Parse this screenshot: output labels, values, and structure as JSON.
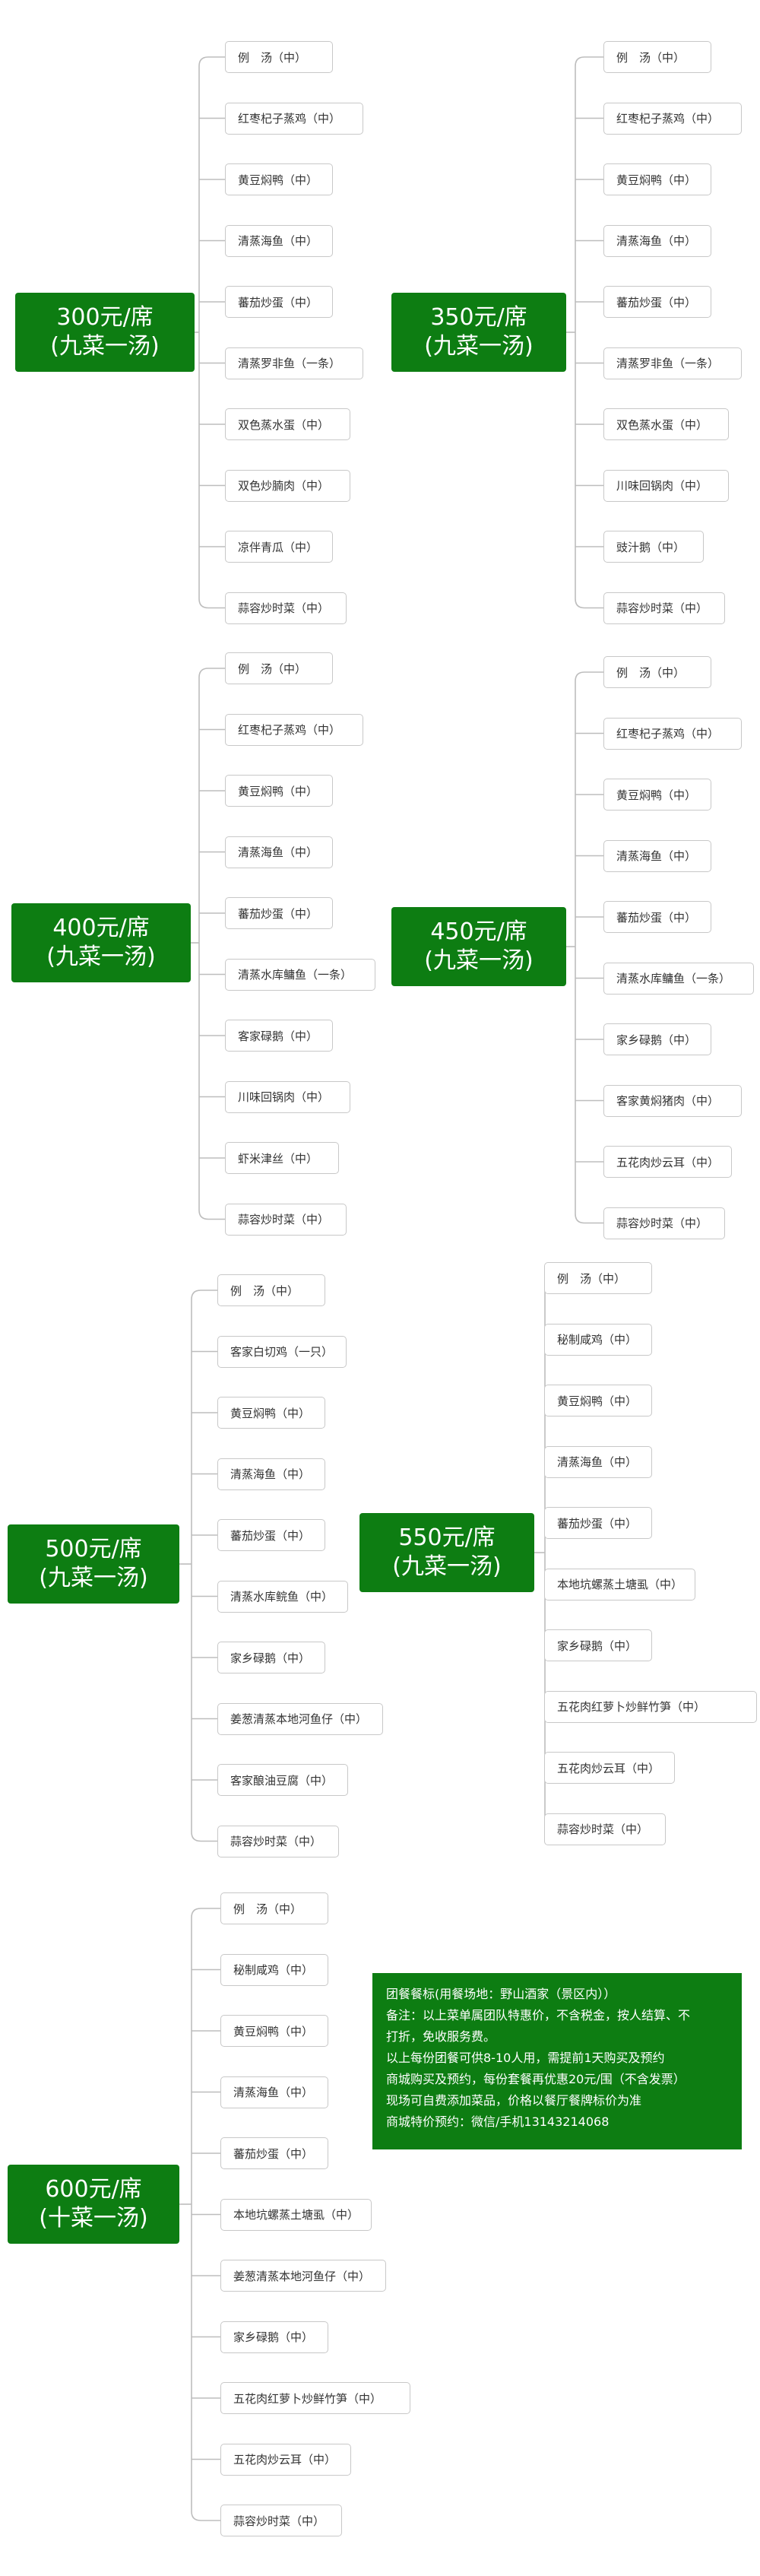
{
  "menus": [
    {
      "price": "300元/席",
      "desc": "(九菜一汤)",
      "items": [
        "例　汤（中）",
        "红枣杞子蒸鸡（中）",
        "黄豆焖鸭（中）",
        "清蒸海鱼（中）",
        "蕃茄炒蛋（中）",
        "清蒸罗非鱼（一条）",
        "双色蒸水蛋（中）",
        "双色炒腩肉（中）",
        "凉伴青瓜（中）",
        "蒜容炒时菜（中）"
      ]
    },
    {
      "price": "350元/席",
      "desc": "(九菜一汤)",
      "items": [
        "例　汤（中）",
        "红枣杞子蒸鸡（中）",
        "黄豆焖鸭（中）",
        "清蒸海鱼（中）",
        "蕃茄炒蛋（中）",
        "清蒸罗非鱼（一条）",
        "双色蒸水蛋（中）",
        "川味回锅肉（中）",
        "豉汁鹅（中）",
        "蒜容炒时菜（中）"
      ]
    },
    {
      "price": "400元/席",
      "desc": "(九菜一汤)",
      "items": [
        "例　汤（中）",
        "红枣杞子蒸鸡（中）",
        "黄豆焖鸭（中）",
        "清蒸海鱼（中）",
        "蕃茄炒蛋（中）",
        "清蒸水库鳙鱼（一条）",
        "客家碌鹅（中）",
        "川味回锅肉（中）",
        "虾米津丝（中）",
        "蒜容炒时菜（中）"
      ]
    },
    {
      "price": "450元/席",
      "desc": "(九菜一汤)",
      "items": [
        "例　汤（中）",
        "红枣杞子蒸鸡（中）",
        "黄豆焖鸭（中）",
        "清蒸海鱼（中）",
        "蕃茄炒蛋（中）",
        "清蒸水库鳙鱼（一条）",
        "家乡碌鹅（中）",
        "客家黄焖猪肉（中）",
        "五花肉炒云耳（中）",
        "蒜容炒时菜（中）"
      ]
    },
    {
      "price": "500元/席",
      "desc": "(九菜一汤)",
      "items": [
        "例　汤（中）",
        "客家白切鸡（一只）",
        "黄豆焖鸭（中）",
        "清蒸海鱼（中）",
        "蕃茄炒蛋（中）",
        "清蒸水库鲩鱼（中）",
        "家乡碌鹅（中）",
        "姜葱清蒸本地河鱼仔（中）",
        "客家酿油豆腐（中）",
        "蒜容炒时菜（中）"
      ]
    },
    {
      "price": "550元/席",
      "desc": "(九菜一汤)",
      "items": [
        "例　汤（中）",
        "秘制咸鸡（中）",
        "黄豆焖鸭（中）",
        "清蒸海鱼（中）",
        "蕃茄炒蛋（中）",
        "本地坑螺蒸土塘虱（中）",
        "家乡碌鹅（中）",
        "五花肉红萝卜炒鲜竹笋（中）",
        "五花肉炒云耳（中）",
        "蒜容炒时菜（中）"
      ]
    },
    {
      "price": "600元/席",
      "desc": "(十菜一汤)",
      "items": [
        "例　汤（中）",
        "秘制咸鸡（中）",
        "黄豆焖鸭（中）",
        "清蒸海鱼（中）",
        "蕃茄炒蛋（中）",
        "本地坑螺蒸土塘虱（中）",
        "姜葱清蒸本地河鱼仔（中）",
        "家乡碌鹅（中）",
        "五花肉红萝卜炒鲜竹笋（中）",
        "五花肉炒云耳（中）",
        "蒜容炒时菜（中）"
      ]
    }
  ],
  "note": {
    "lines": [
      "团餐餐标(用餐场地：野山酒家（景区内））",
      "备注：以上菜单属团队特惠价，不含税金，按人结算、不",
      "打折，免收服务费。",
      "以上每份团餐可供8-10人用，需提前1天购买及预约",
      "商城购买及预约，每份套餐再优惠20元/围（不含发票）",
      "现场可自费添加菜品，价格以餐厅餐牌标价为准",
      "商城特价预约：微信/手机13143214068"
    ]
  },
  "colors": {
    "root_bg": "#0d7d12",
    "line": "#bdbdbd",
    "leaf_border": "#c8c8c8"
  }
}
